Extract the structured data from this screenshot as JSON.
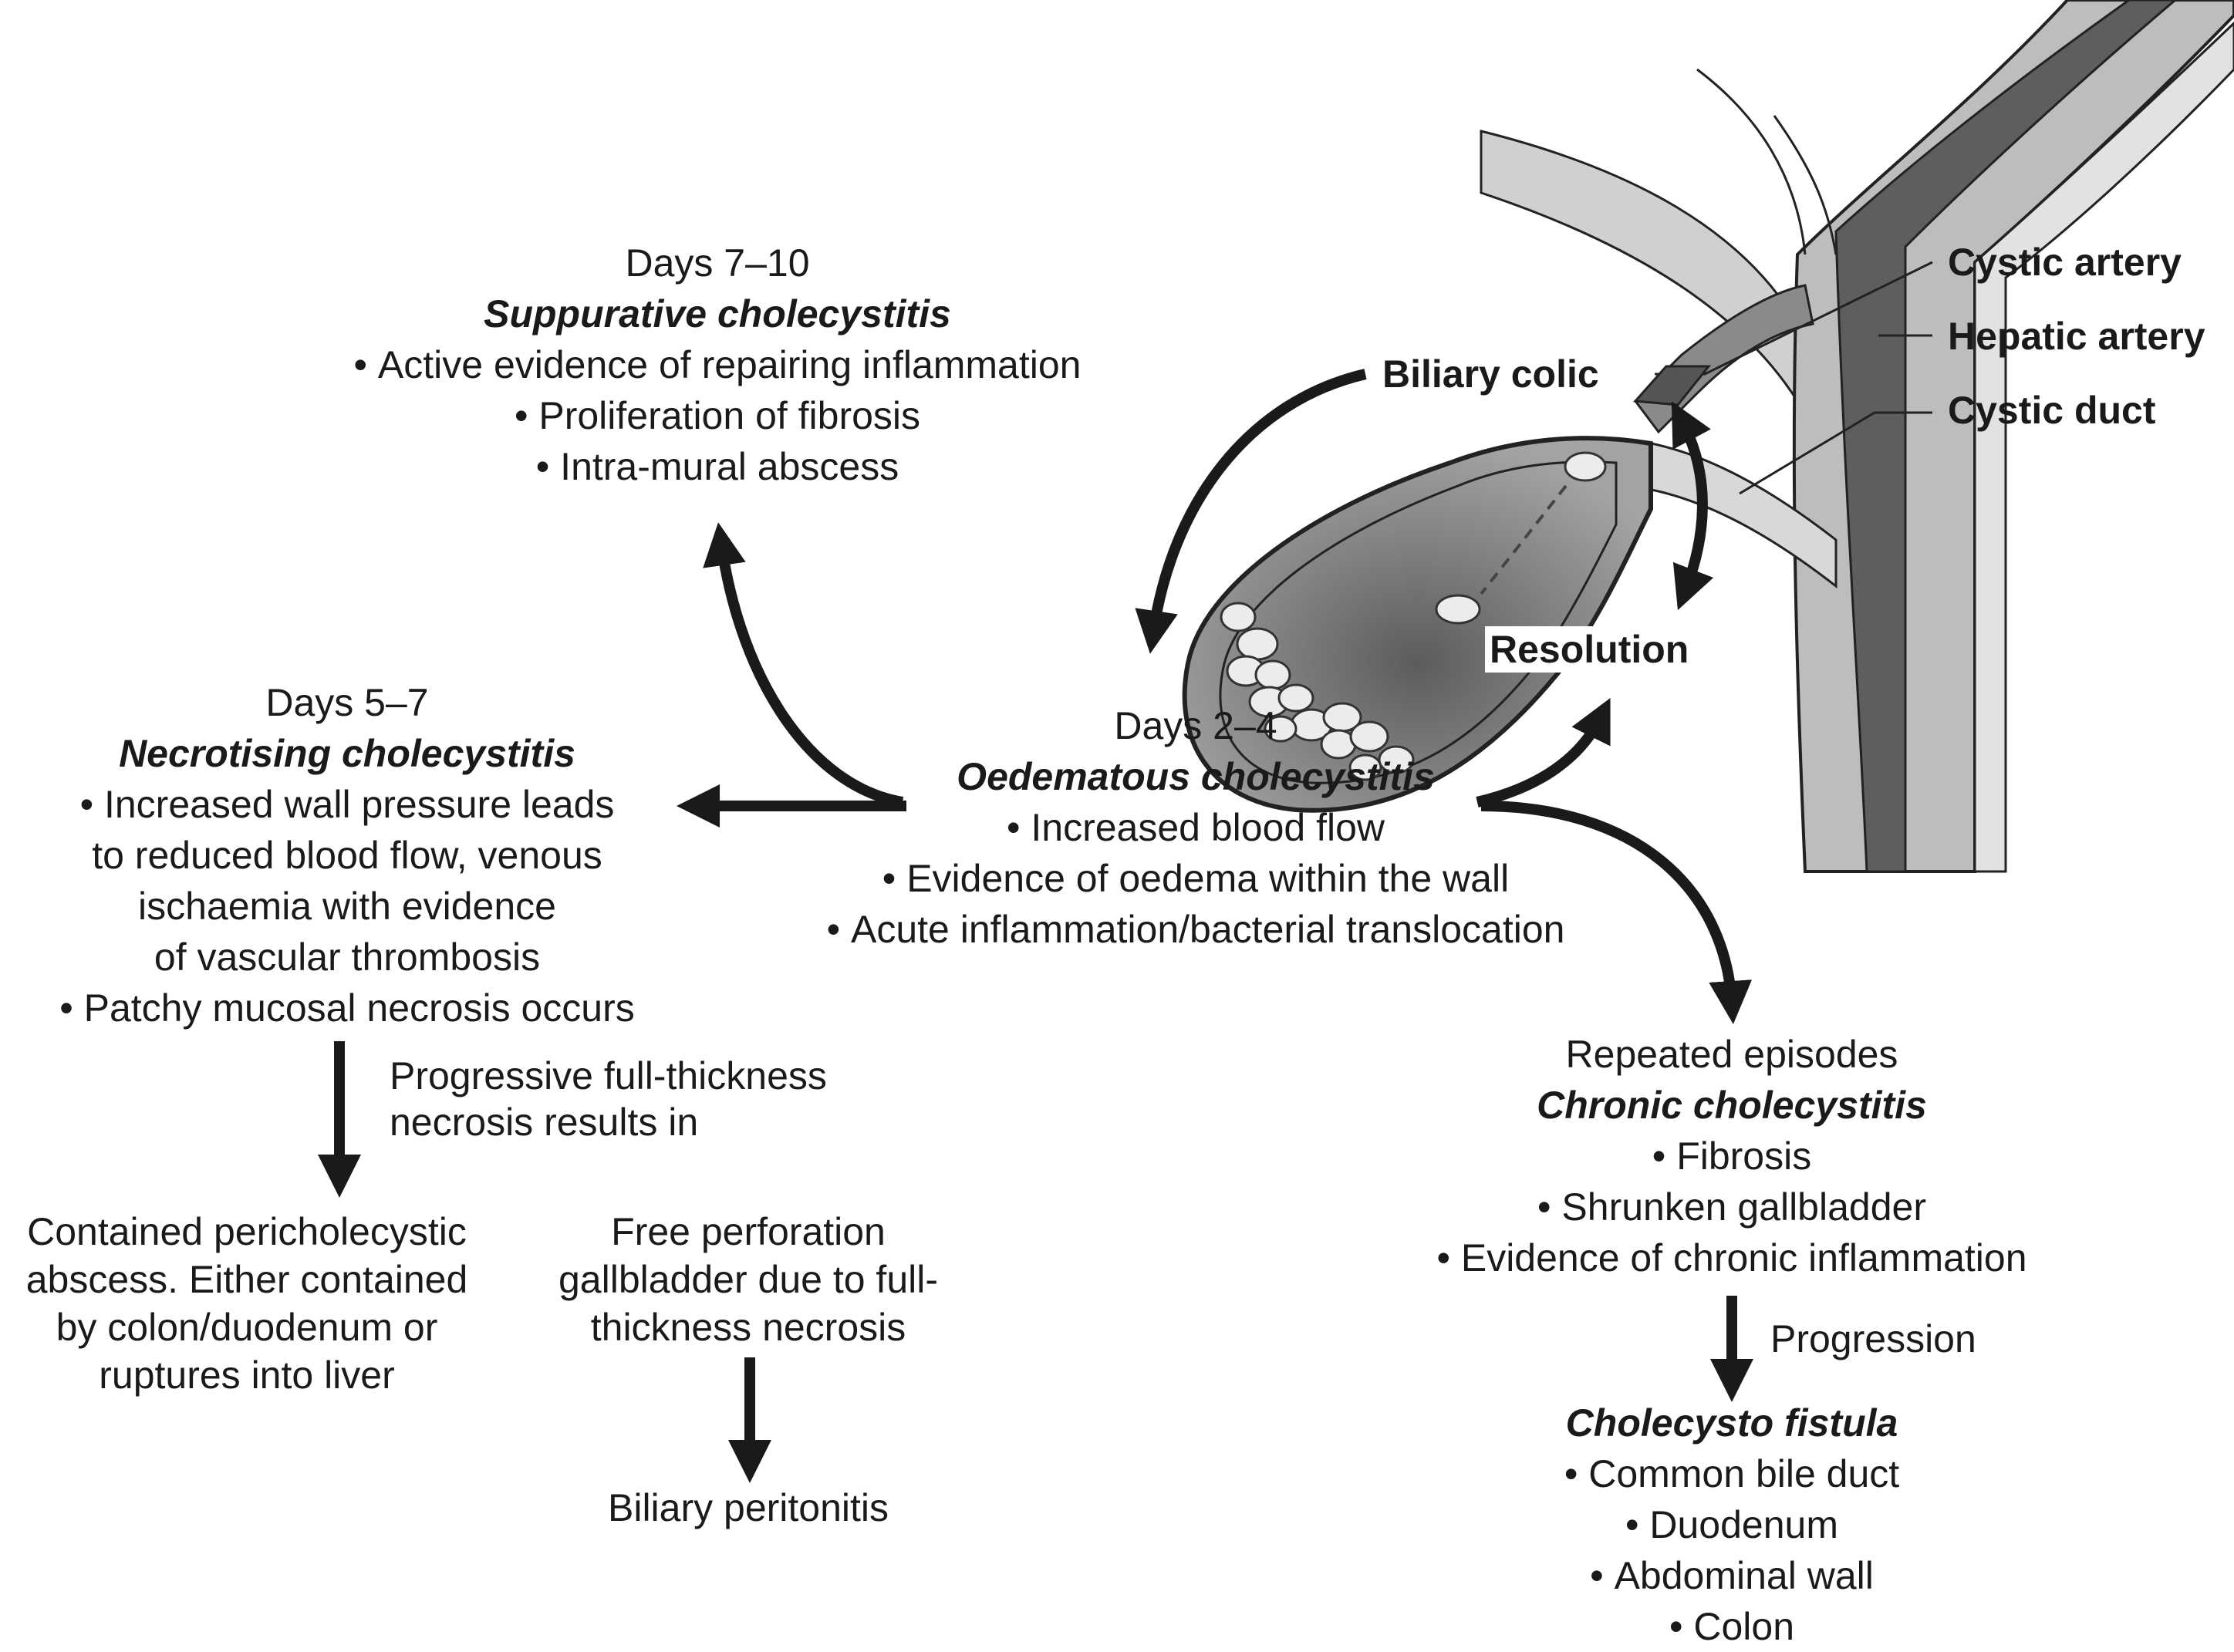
{
  "anatomy": {
    "cystic_artery": "Cystic artery",
    "hepatic_artery": "Hepatic artery",
    "cystic_duct": "Cystic duct",
    "biliary_colic": "Biliary colic",
    "resolution": "Resolution"
  },
  "stages": {
    "oedematous": {
      "days": "Days 2–4",
      "title": "Oedematous cholecystitis",
      "bullets": [
        "Increased blood flow",
        "Evidence of oedema within the wall",
        "Acute inflammation/bacterial translocation"
      ]
    },
    "suppurative": {
      "days": "Days 7–10",
      "title": "Suppurative cholecystitis",
      "bullets": [
        "Active evidence of repairing inflammation",
        "Proliferation of fibrosis",
        "Intra-mural abscess"
      ]
    },
    "necrotising": {
      "days": "Days 5–7",
      "title": "Necrotising cholecystitis",
      "bullets": [
        "Increased wall pressure leads",
        "to reduced blood flow, venous",
        "ischaemia with evidence",
        "of vascular thrombosis",
        "Patchy mucosal necrosis occurs"
      ]
    },
    "chronic": {
      "days": "Repeated episodes",
      "title": "Chronic cholecystitis",
      "bullets": [
        "Fibrosis",
        "Shrunken gallbladder",
        "Evidence of chronic inflammation"
      ]
    },
    "fistula": {
      "title": "Cholecysto fistula",
      "bullets": [
        "Common bile duct",
        "Duodenum",
        "Abdominal wall",
        "Colon"
      ]
    }
  },
  "progressive_note": [
    "Progressive full-thickness",
    "necrosis results in"
  ],
  "contained_abscess": [
    "Contained pericholecystic",
    "abscess. Either contained",
    "by colon/duodenum or",
    "ruptures into liver"
  ],
  "free_perforation": [
    "Free perforation",
    "gallbladder due to full-",
    "thickness necrosis"
  ],
  "biliary_peritonitis": "Biliary peritonitis",
  "progression_label": "Progression"
}
